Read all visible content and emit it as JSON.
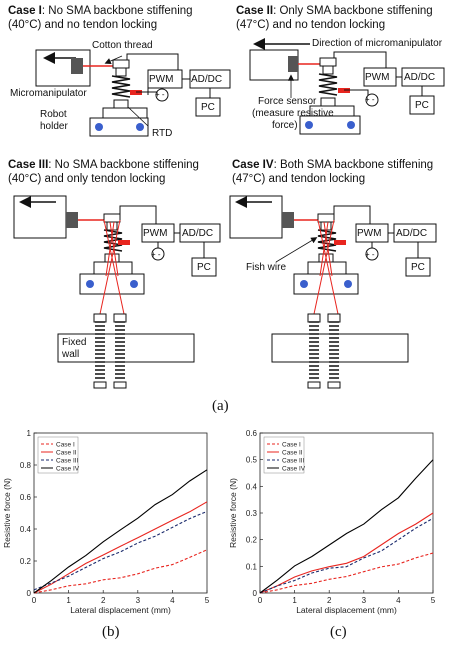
{
  "figure": {
    "panel_labels": [
      "(a)",
      "(b)",
      "(c)"
    ]
  },
  "cases": [
    {
      "id": "Case I",
      "desc_line1": ": No SMA backbone stiffening",
      "desc_line2": "(40°C) and no tendon locking"
    },
    {
      "id": "Case II",
      "desc_line1": ": Only SMA backbone stiffening",
      "desc_line2": "(47°C) and no tendon locking"
    },
    {
      "id": "Case III",
      "desc_line1": ": No SMA backbone stiffening",
      "desc_line2": "(40°C) and only tendon locking"
    },
    {
      "id": "Case IV",
      "desc_line1": ": Both SMA backbone stiffening",
      "desc_line2": "(47°C) and tendon locking"
    }
  ],
  "labels": {
    "cotton_thread": "Cotton thread",
    "micromanipulator": "Micromanipulator",
    "robot_holder_1": "Robot",
    "robot_holder_2": "holder",
    "rtd": "RTD",
    "pwm": "PWM",
    "addc": "AD/DC",
    "pc": "PC",
    "plusminus": "+ -",
    "direction": "Direction of micromanipulator",
    "force_sensor_1": "Force sensor",
    "force_sensor_2": "(measure resistive",
    "force_sensor_3": "force)",
    "fixed_wall_1": "Fixed",
    "fixed_wall_2": "wall",
    "fish_wire": "Fish wire"
  },
  "colors": {
    "thread_red": "#e8251f",
    "holder_blue": "#3a5fcd",
    "sensor_gray": "#555555"
  },
  "chart_data": [
    {
      "type": "line",
      "xlabel": "Lateral displacement (mm)",
      "ylabel": "Resistive force (N)",
      "xlim": [
        0,
        5
      ],
      "ylim": [
        0,
        1
      ],
      "xticks": [
        "0",
        "1",
        "2",
        "3",
        "4",
        "5"
      ],
      "yticks": [
        "0",
        "0.2",
        "0.4",
        "0.6",
        "0.8",
        "1"
      ],
      "series": [
        {
          "name": "Case I",
          "style": "dashed",
          "color": "#e8251f",
          "x": [
            0,
            0.5,
            1,
            1.5,
            2,
            2.5,
            3,
            3.5,
            4,
            4.5,
            5
          ],
          "y": [
            0,
            0.02,
            0.04,
            0.06,
            0.08,
            0.1,
            0.12,
            0.15,
            0.18,
            0.22,
            0.27
          ]
        },
        {
          "name": "Case II",
          "style": "solid",
          "color": "#e8251f",
          "x": [
            0,
            0.5,
            1,
            1.5,
            2,
            2.5,
            3,
            3.5,
            4,
            4.5,
            5
          ],
          "y": [
            0,
            0.06,
            0.12,
            0.18,
            0.24,
            0.29,
            0.35,
            0.4,
            0.45,
            0.51,
            0.57
          ]
        },
        {
          "name": "Case III",
          "style": "dashed",
          "color": "#1a2a6c",
          "x": [
            0,
            0.5,
            1,
            1.5,
            2,
            2.5,
            3,
            3.5,
            4,
            4.5,
            5
          ],
          "y": [
            0.02,
            0.06,
            0.11,
            0.16,
            0.21,
            0.26,
            0.31,
            0.36,
            0.41,
            0.46,
            0.51
          ]
        },
        {
          "name": "Case IV",
          "style": "solid",
          "color": "#000000",
          "x": [
            0,
            0.5,
            1,
            1.5,
            2,
            2.5,
            3,
            3.5,
            4,
            4.5,
            5
          ],
          "y": [
            0,
            0.08,
            0.16,
            0.24,
            0.32,
            0.39,
            0.47,
            0.55,
            0.62,
            0.7,
            0.77
          ]
        }
      ],
      "legend": "top-left"
    },
    {
      "type": "line",
      "xlabel": "Lateral displacement (mm)",
      "ylabel": "Resistive force (N)",
      "xlim": [
        0,
        5
      ],
      "ylim": [
        0,
        0.6
      ],
      "xticks": [
        "0",
        "1",
        "2",
        "3",
        "4",
        "5"
      ],
      "yticks": [
        "0",
        "0.1",
        "0.2",
        "0.3",
        "0.4",
        "0.5",
        "0.6"
      ],
      "series": [
        {
          "name": "Case I",
          "style": "dashed",
          "color": "#e8251f",
          "x": [
            0,
            0.5,
            1,
            1.5,
            2,
            2.5,
            3,
            3.5,
            4,
            4.5,
            5
          ],
          "y": [
            0,
            0.012,
            0.025,
            0.038,
            0.05,
            0.065,
            0.08,
            0.095,
            0.11,
            0.13,
            0.15
          ]
        },
        {
          "name": "Case II",
          "style": "solid",
          "color": "#e8251f",
          "x": [
            0,
            0.5,
            1,
            1.5,
            2,
            2.5,
            3,
            3.5,
            4,
            4.5,
            5
          ],
          "y": [
            0,
            0.03,
            0.06,
            0.08,
            0.1,
            0.11,
            0.14,
            0.18,
            0.22,
            0.26,
            0.3
          ]
        },
        {
          "name": "Case III",
          "style": "dashed",
          "color": "#1a2a6c",
          "x": [
            0,
            0.5,
            1,
            1.5,
            2,
            2.5,
            3,
            3.5,
            4,
            4.5,
            5
          ],
          "y": [
            0,
            0.025,
            0.05,
            0.075,
            0.09,
            0.1,
            0.13,
            0.16,
            0.2,
            0.24,
            0.28
          ]
        },
        {
          "name": "Case IV",
          "style": "solid",
          "color": "#000000",
          "x": [
            0,
            0.5,
            1,
            1.5,
            2,
            2.5,
            3,
            3.5,
            4,
            4.5,
            5
          ],
          "y": [
            0,
            0.05,
            0.1,
            0.14,
            0.18,
            0.22,
            0.26,
            0.31,
            0.36,
            0.43,
            0.5
          ]
        }
      ],
      "legend": "top-left"
    }
  ]
}
